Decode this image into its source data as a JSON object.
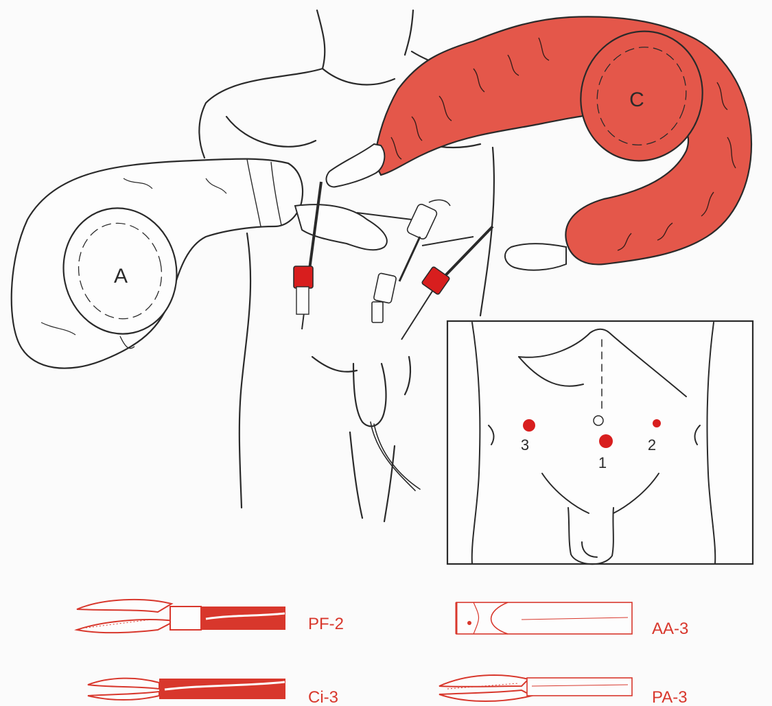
{
  "figure": {
    "arm_left_label": "A",
    "arm_right_label": "C"
  },
  "inset": {
    "port_labels": [
      "1",
      "2",
      "3"
    ]
  },
  "instruments": [
    {
      "label": "PF-2"
    },
    {
      "label": "AA-3"
    },
    {
      "label": "Ci-3"
    },
    {
      "label": "PA-3"
    }
  ],
  "colors": {
    "accent_red": "#e4574a",
    "dark_red": "#c8271a",
    "port_red": "#d81e1e",
    "line": "#2a2a2a"
  }
}
